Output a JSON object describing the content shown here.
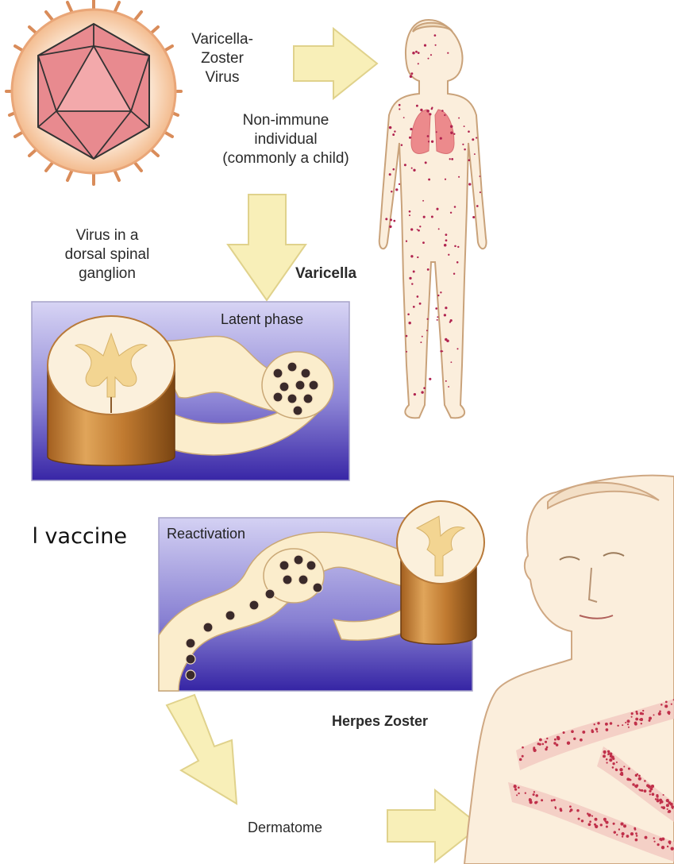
{
  "labels": {
    "virus_name": [
      "Varicella-",
      "Zoster",
      "Virus"
    ],
    "host": [
      "Non-immune",
      "individual",
      "(commonly a child)"
    ],
    "ganglion": [
      "Virus in a",
      "dorsal spinal",
      "ganglion"
    ],
    "varicella": "Varicella",
    "latent_phase": "Latent phase",
    "reactivation": "Reactivation",
    "herpes_zoster": "Herpes Zoster",
    "dermatome": "Dermatome",
    "clipped_text": "l vaccine"
  },
  "colors": {
    "arrow_fill": "#f8efb8",
    "arrow_stroke": "#e2d58f",
    "virus_halo": "#f5c9a2",
    "virus_capsid": "#e47f86",
    "skin": "#f8e9d2",
    "skin_outline": "#d7b894",
    "rash_dot": "#b01a4a",
    "lung": "#ee8e8e",
    "panel_bg_top": "#c8c6f0",
    "panel_bg_bottom": "#3a2aa8",
    "nerve": "#fbecc8",
    "cord_ring": "#c98a3c",
    "virion": "#3a2a2a"
  }
}
